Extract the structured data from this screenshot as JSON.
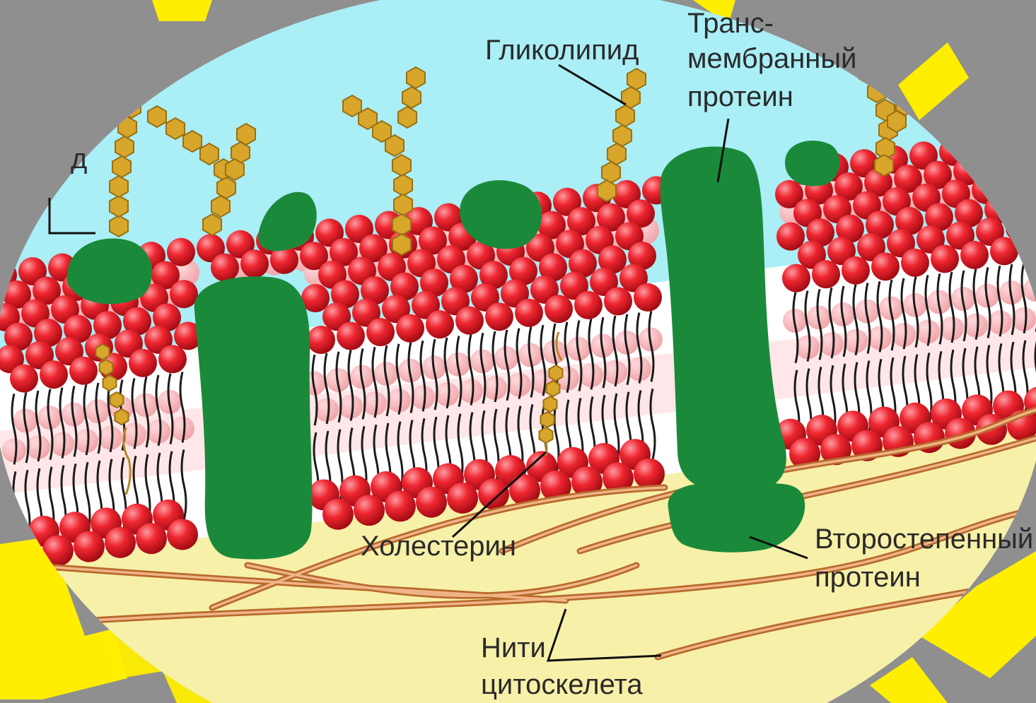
{
  "labels": {
    "glycolipid": "Гликолипид",
    "transmembrane_line1": "Транс-",
    "transmembrane_line2": "мембранный",
    "transmembrane_line3": "протеин",
    "cholesterol": "Холестерин",
    "peripheral_line1": "Второстепенный",
    "peripheral_line2": "протеин",
    "cytoskeleton_line1": "Нити",
    "cytoskeleton_line2": "цитоскелета",
    "cropped_left_label": "д"
  },
  "colors": {
    "extracellular": "#aaeef6",
    "cytoplasm": "#f7f0a8",
    "background_ring": "#8f8f8f",
    "banner_text": "#ffee00",
    "phospholipid_head": "#e51f2a",
    "protein": "#1a8a3a",
    "sugar_chain": "#d8a62a",
    "cytoskeleton_fiber": "#d28a4a",
    "hydrophobic_core": "#ffffff"
  }
}
